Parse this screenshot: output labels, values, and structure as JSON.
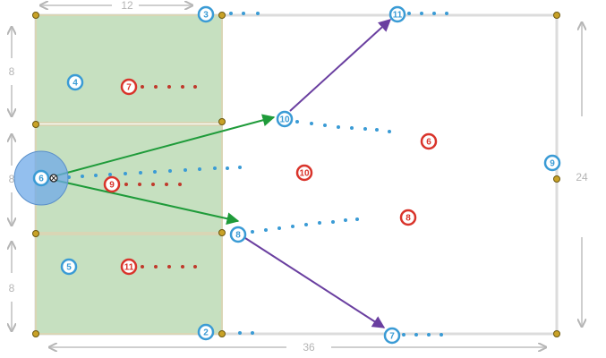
{
  "dimensions": {
    "top_width": "12",
    "bottom_width": "36",
    "right_height": "24",
    "left_top": "8",
    "left_middle": "8",
    "left_bottom": "8"
  },
  "ball_icon": "soccer-ball-icon",
  "colors": {
    "field_green": "#c6e0c0",
    "blue_player": "#3a9bd5",
    "red_player": "#d9342b",
    "dot_blue": "#3a9bd5",
    "dot_red": "#c0392b",
    "arrow_green": "#1f9b3a",
    "arrow_purple": "#6a3fa0",
    "cone": "#c9a227",
    "dim_line": "#cfcfcf"
  },
  "blue_players": {
    "p6": "6",
    "p4": "4",
    "p5": "5",
    "p3": "3",
    "p2": "2",
    "p10": "10",
    "p8": "8",
    "p11": "11",
    "p7": "7",
    "p9": "9"
  },
  "red_players": {
    "r7": "7",
    "r9": "9",
    "r11": "11",
    "r10": "10",
    "r6": "6",
    "r8": "8"
  }
}
